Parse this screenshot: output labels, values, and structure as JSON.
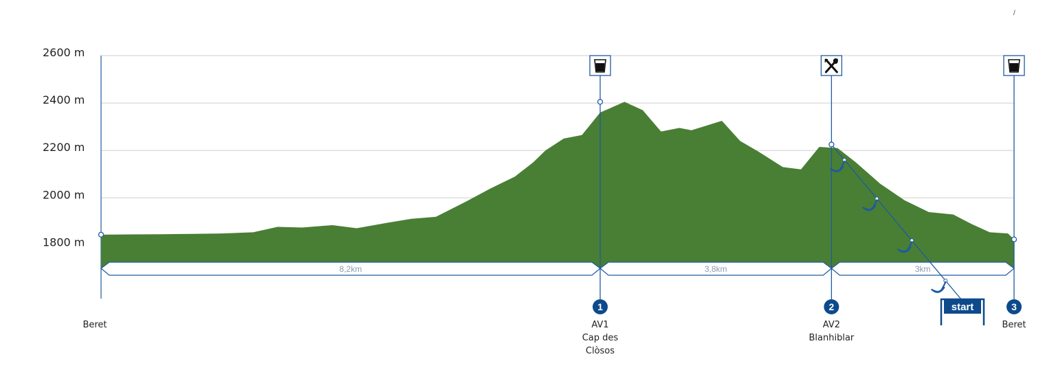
{
  "chart_data": {
    "type": "area",
    "title": "",
    "xlabel": "",
    "ylabel": "",
    "ylim": [
      1700,
      2600
    ],
    "yticks": [
      {
        "value": 1800,
        "label": "1800 m"
      },
      {
        "value": 2000,
        "label": "2000 m"
      },
      {
        "value": 2200,
        "label": "2200 m"
      },
      {
        "value": 2400,
        "label": "2400 m"
      },
      {
        "value": 2600,
        "label": "2600 m"
      }
    ],
    "grid": true,
    "xlim": [
      0,
      15
    ],
    "profile": {
      "x": [
        0,
        0.5,
        1,
        1.5,
        2,
        2.5,
        2.9,
        3.3,
        3.8,
        4.2,
        4.7,
        5.1,
        5.5,
        6.0,
        6.4,
        6.8,
        7.1,
        7.3,
        7.6,
        7.9,
        8.2,
        8.6,
        8.9,
        9.2,
        9.5,
        9.7,
        10.2,
        10.5,
        10.8,
        11.2,
        11.5,
        11.8,
        12.1,
        12.4,
        12.8,
        13.2,
        13.6,
        14.0,
        14.3,
        14.6,
        14.9,
        15.0
      ],
      "elevation": [
        1845,
        1846,
        1847,
        1848,
        1850,
        1855,
        1878,
        1875,
        1885,
        1872,
        1895,
        1912,
        1920,
        1985,
        2040,
        2090,
        2150,
        2200,
        2250,
        2265,
        2360,
        2405,
        2370,
        2280,
        2295,
        2285,
        2325,
        2240,
        2195,
        2130,
        2120,
        2215,
        2210,
        2150,
        2060,
        1990,
        1940,
        1930,
        1890,
        1855,
        1850,
        1825
      ]
    },
    "segments": [
      {
        "from": 0,
        "to": 8.2,
        "label": "8,2km"
      },
      {
        "from": 8.2,
        "to": 12.0,
        "label": "3,8km"
      },
      {
        "from": 12.0,
        "to": 15.0,
        "label": "3km"
      }
    ],
    "waypoints": [
      {
        "x": 0,
        "elevation": 1845,
        "lines": [
          "Beret"
        ],
        "number": "",
        "icon": ""
      },
      {
        "x": 8.2,
        "elevation": 2405,
        "lines": [
          "AV1",
          "Cap des",
          "Clòsos"
        ],
        "number": "1",
        "icon": "drink-icon"
      },
      {
        "x": 12.0,
        "elevation": 2225,
        "lines": [
          "AV2",
          "Blanhiblar"
        ],
        "number": "2",
        "icon": "food-icon"
      },
      {
        "x": 15.0,
        "elevation": 1825,
        "lines": [
          "Beret"
        ],
        "number": "3",
        "icon": "drink-icon"
      }
    ],
    "start_label": "start",
    "colors": {
      "terrain": "#497f34",
      "line": "#1f5aa0",
      "marker": "#0d4a8c",
      "grid": "#cfcfcf",
      "segment_text": "#8a9bb0"
    }
  },
  "corner_mark": "/"
}
